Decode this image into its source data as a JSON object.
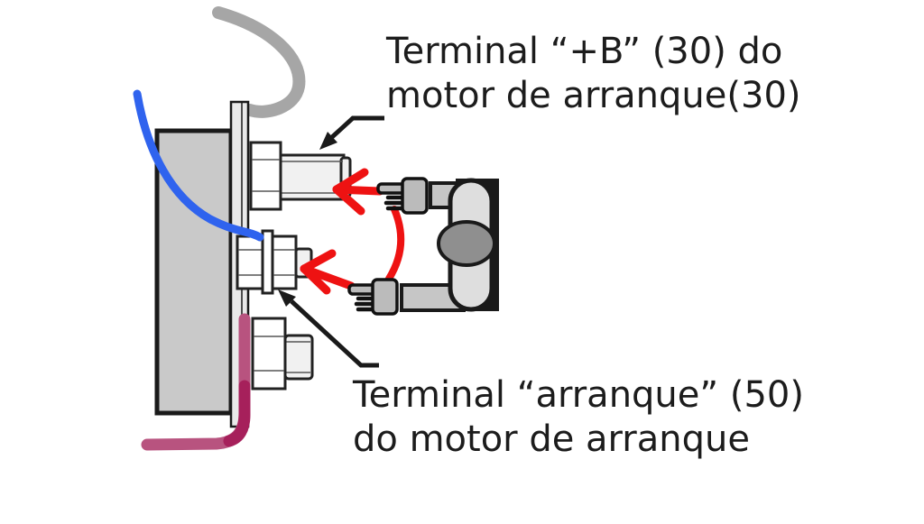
{
  "diagram": {
    "title_context": "starter-motor-terminal-diagram",
    "labels": {
      "terminal_b": {
        "line1": "Terminal “+B” (30) do",
        "line2": "motor de arranque(30)"
      },
      "terminal_50": {
        "line1": "Terminal “arranque” (50)",
        "line2": "do motor de arranque"
      }
    },
    "colors": {
      "background": "#ffffff",
      "outline": "#1a1a1a",
      "body_fill": "#c9c9c9",
      "plate_fill": "#e9e9e9",
      "gray_wire": "#a6a6a6",
      "blue_wire": "#2f63ee",
      "maroon_wire": "#b8537f",
      "maroon_wire_dark": "#a6205b",
      "red_arrow": "#ee1212",
      "hand_fill": "#bbbbbb",
      "clamp_fill": "#dedede",
      "clamp_arm_fill": "#c6c6c6",
      "knob_fill": "#8f8f8f",
      "text": "#1c1c1c"
    },
    "icons": {
      "hand_upper": "pointing-hand-left-icon",
      "hand_lower": "pointing-hand-left-icon",
      "red_arrow_upper": "red-arrow-left-icon",
      "red_arrow_lower": "red-arrow-left-icon"
    }
  }
}
